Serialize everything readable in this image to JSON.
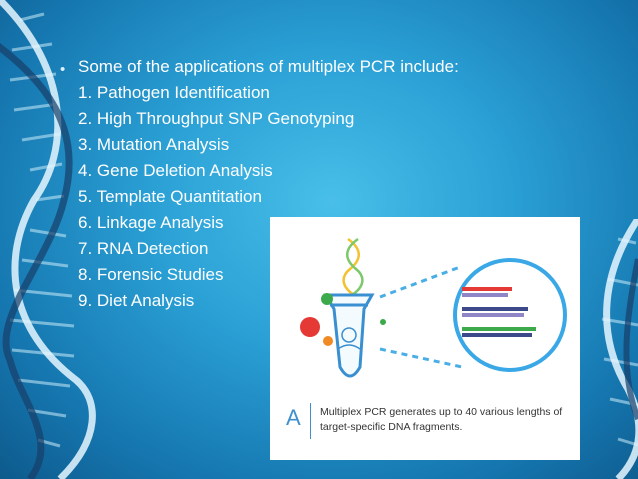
{
  "slide": {
    "bullet_symbol": "•",
    "lines": [
      "Some of the applications of multiplex PCR include:",
      "1. Pathogen Identification",
      "2. High Throughput SNP Genotyping",
      "3. Mutation Analysis",
      "4. Gene Deletion Analysis",
      "5. Template Quantitation",
      "6. Linkage Analysis",
      "7. RNA Detection",
      "8. Forensic Studies",
      "9. Diet Analysis"
    ]
  },
  "figure": {
    "caption_letter": "A",
    "caption_text": "Multiplex PCR generates up to 40 various lengths of target-specific DNA fragments.",
    "icons": [
      "pcr-tube-icon",
      "dna-helix-icon",
      "magnified-circle-icon",
      "dna-fragment-bars-icon"
    ]
  },
  "colors": {
    "background": "#2aa0d5",
    "text": "#ffffff",
    "accent": "#3d8fcf",
    "fragment_red": "#e23b3b",
    "fragment_green": "#3caa4a",
    "fragment_purple": "#8f86c8",
    "fragment_navy": "#3c4a8a"
  }
}
